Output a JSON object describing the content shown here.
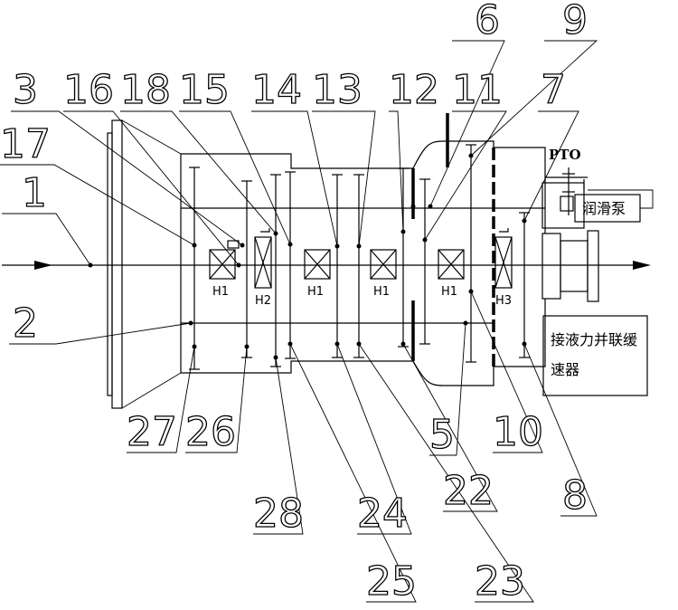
{
  "callouts": {
    "n1": "1",
    "n2": "2",
    "n3": "3",
    "n5": "5",
    "n6": "6",
    "n7": "7",
    "n8": "8",
    "n9": "9",
    "n10": "10",
    "n11": "11",
    "n12": "12",
    "n13": "13",
    "n14": "14",
    "n15": "15",
    "n16": "16",
    "n17": "17",
    "n18": "18",
    "n22": "22",
    "n23": "23",
    "n24": "24",
    "n25": "25",
    "n26": "26",
    "n27": "27",
    "n28": "28"
  },
  "clutches": {
    "h1_a": "H1",
    "h2": "H2",
    "h1_b": "H1",
    "h1_c": "H1",
    "h1_d": "H1",
    "h3": "H3"
  },
  "labels": {
    "pto": "PTO",
    "pump": "润滑泵",
    "retarder_line1": "接液力并联缓",
    "retarder_line2": "速器"
  }
}
